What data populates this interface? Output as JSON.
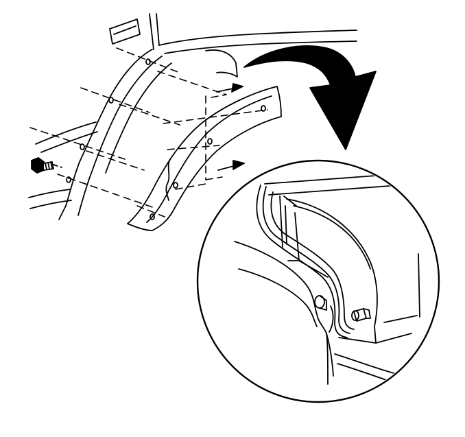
{
  "figure": {
    "colors": {
      "line": "#000000",
      "paper": "#ffffff"
    },
    "parts": [
      {
        "name": "wheelhouse-panel",
        "kind": "body"
      },
      {
        "name": "fender-flare",
        "kind": "trim"
      },
      {
        "name": "flare-bolt",
        "kind": "fastener"
      },
      {
        "name": "rotation-arrow",
        "kind": "callout-arrow"
      },
      {
        "name": "detail-view-circle",
        "kind": "inset"
      },
      {
        "name": "flare-retaining-clip",
        "kind": "fastener"
      }
    ]
  }
}
